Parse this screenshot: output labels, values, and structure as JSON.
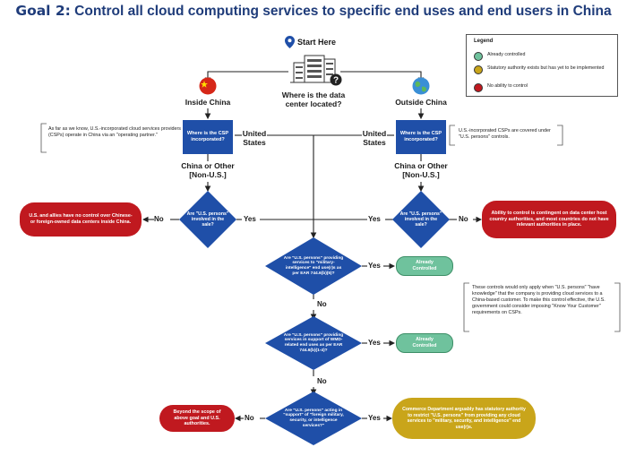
{
  "title": {
    "prefix": "Goal 2:",
    "rest": " Control all cloud computing services to specific end uses and end users in China"
  },
  "start": {
    "label": "Start Here",
    "question": "Where is the data center located?"
  },
  "inside": {
    "label": "Inside China"
  },
  "outside": {
    "label": "Outside China"
  },
  "csp_question": "Where is the CSP incorporated?",
  "us_label": "United States",
  "other_label": "China or Other [Non-U.S.]",
  "note_left": "As far as we know, U.S.-incorporated cloud services providers (CSPs) operate in China via an \"operating partner.\"",
  "note_right": "U.S.-incorporated CSPs are covered under \"U.S. persons\" controls.",
  "sale_question": "Are \"U.S. persons\" involved in the sale?",
  "yes": "Yes",
  "no": "No",
  "red_left": "U.S. and allies have no control over Chinese- or foreign-owned data centers inside China.",
  "red_right": "Ability to control is contingent on data center host country authorities, and most countries do not have relevant authorities in place.",
  "q1": "Are \"U.S. persons\" providing services to \"military-intelligence\" end use(r)s as per EAR 744.6(b)(5)?",
  "q2": "Are \"U.S. persons\" providing services in support of WMD-related end uses as per EAR 744.6(b)(1-4)?",
  "q3": "Are \"U.S. persons\" acting in \"support\" of \"foreign military, security, or intelligence services?\"",
  "already_controlled": "Already Controlled",
  "note_mid": "These controls would only apply when \"U.S. persons\" \"have knowledge\" that the company is providing cloud services to a China-based customer. To make this control effective, the U.S. government could consider imposing \"Know Your Customer\" requirements on CSPs.",
  "beyond": "Beyond the scope of above goal and U.S. authorities.",
  "commerce": "Commerce Department arguably has statutory authority to restrict \"U.S. persons\" from providing any cloud services to \"military, security, and intelligence\" end use(r)s.",
  "legend": {
    "title": "Legend",
    "items": [
      {
        "label": "Already controlled",
        "color": "#6fc29d"
      },
      {
        "label": "Statutory authority exists but has yet to be implemented",
        "color": "#c9a51a"
      },
      {
        "label": "No ability to control",
        "color": "#c0191f"
      }
    ]
  },
  "colors": {
    "blue": "#1f4fa8",
    "navy": "#1f3c7a",
    "red": "#c0191f",
    "green": "#6fc29d",
    "gold": "#c9a51a"
  },
  "icons": [
    "location-pin-icon",
    "server-icon",
    "question-icon",
    "china-flag-icon",
    "globe-icon"
  ]
}
